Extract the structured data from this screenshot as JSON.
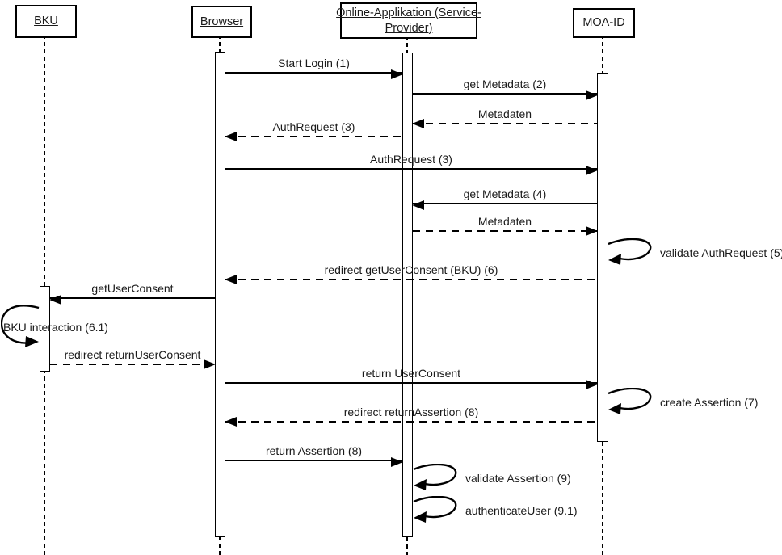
{
  "diagram": {
    "type": "uml-sequence-diagram",
    "colors": {
      "line": "#000000",
      "background": "#ffffff",
      "text": "#1a1a1a"
    },
    "actors": [
      {
        "id": "bku",
        "label": "BKU"
      },
      {
        "id": "browser",
        "label": "Browser"
      },
      {
        "id": "online-applikation",
        "label": "Online-Applikation (Service-Provider)",
        "label_line1": "Online-Applikation (Service-",
        "label_line2": "Provider)"
      },
      {
        "id": "moa-id",
        "label": "MOA-ID"
      }
    ],
    "messages": [
      {
        "label": "Start Login (1)",
        "from": "Browser",
        "to": "Online-Applikation (Service-Provider)",
        "style": "solid",
        "kind": "message"
      },
      {
        "label": "get Metadata (2)",
        "from": "Online-Applikation (Service-Provider)",
        "to": "MOA-ID",
        "style": "solid",
        "kind": "message"
      },
      {
        "label": "Metadaten",
        "from": "MOA-ID",
        "to": "Online-Applikation (Service-Provider)",
        "style": "dashed",
        "kind": "return"
      },
      {
        "label": "AuthRequest (3)",
        "from": "Online-Applikation (Service-Provider)",
        "to": "Browser",
        "style": "dashed",
        "kind": "return"
      },
      {
        "label": "AuthRequest (3)",
        "from": "Browser",
        "to": "MOA-ID",
        "style": "solid",
        "kind": "message"
      },
      {
        "label": "get Metadata (4)",
        "from": "MOA-ID",
        "to": "Online-Applikation (Service-Provider)",
        "style": "solid",
        "kind": "message"
      },
      {
        "label": "Metadaten",
        "from": "Online-Applikation (Service-Provider)",
        "to": "MOA-ID",
        "style": "dashed",
        "kind": "return"
      },
      {
        "label": "validate AuthRequest (5)",
        "from": "MOA-ID",
        "to": "MOA-ID",
        "style": "solid",
        "kind": "self"
      },
      {
        "label": "redirect getUserConsent (BKU) (6)",
        "from": "MOA-ID",
        "to": "Browser",
        "style": "dashed",
        "kind": "return"
      },
      {
        "label": "getUserConsent",
        "from": "Browser",
        "to": "BKU",
        "style": "solid",
        "kind": "message"
      },
      {
        "label": "BKU interaction (6.1)",
        "from": "BKU",
        "to": "BKU",
        "style": "solid",
        "kind": "self"
      },
      {
        "label": "redirect returnUserConsent",
        "from": "BKU",
        "to": "Browser",
        "style": "dashed",
        "kind": "return"
      },
      {
        "label": "return UserConsent",
        "from": "Browser",
        "to": "MOA-ID",
        "style": "solid",
        "kind": "message"
      },
      {
        "label": "create Assertion (7)",
        "from": "MOA-ID",
        "to": "MOA-ID",
        "style": "solid",
        "kind": "self"
      },
      {
        "label": "redirect returnAssertion (8)",
        "from": "MOA-ID",
        "to": "Browser",
        "style": "dashed",
        "kind": "return"
      },
      {
        "label": "return Assertion (8)",
        "from": "Browser",
        "to": "Online-Applikation (Service-Provider)",
        "style": "solid",
        "kind": "message"
      },
      {
        "label": "validate Assertion (9)",
        "from": "Online-Applikation (Service-Provider)",
        "to": "Online-Applikation (Service-Provider)",
        "style": "solid",
        "kind": "self"
      },
      {
        "label": "authenticateUser (9.1)",
        "from": "Online-Applikation (Service-Provider)",
        "to": "Online-Applikation (Service-Provider)",
        "style": "solid",
        "kind": "self"
      }
    ]
  }
}
